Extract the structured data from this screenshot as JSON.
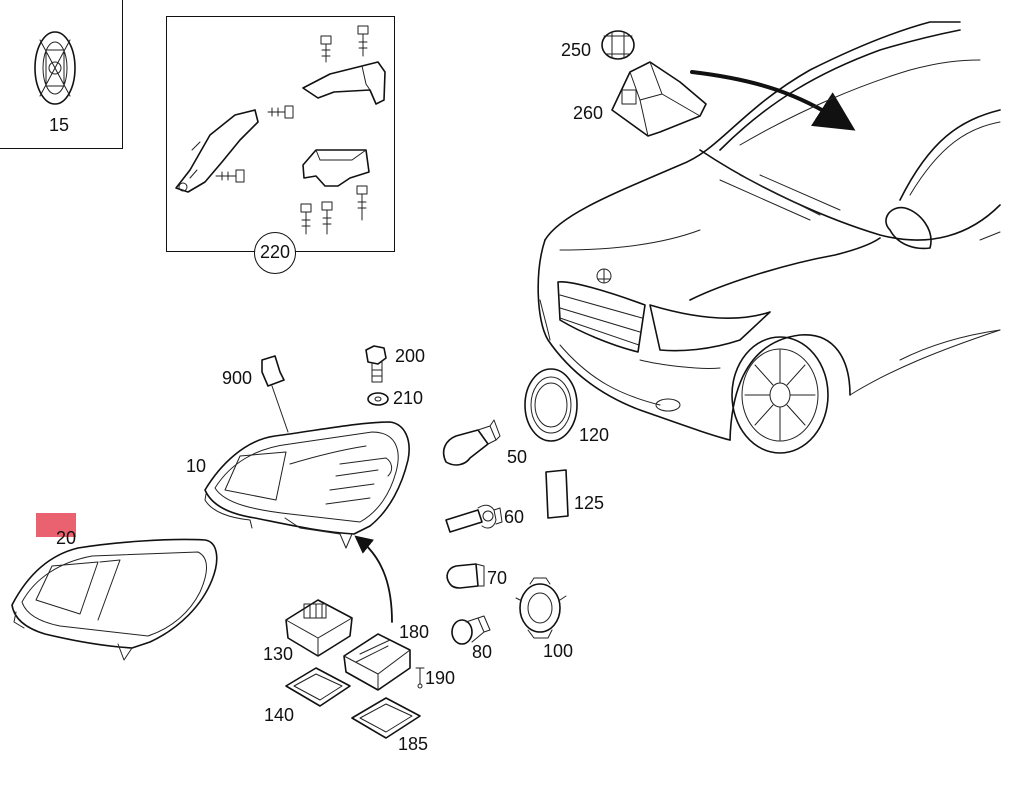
{
  "colors": {
    "highlight": "#e8515f",
    "line": "#111111"
  },
  "callouts": {
    "c15": "15",
    "c220": "220",
    "c250": "250",
    "c260": "260",
    "c900": "900",
    "c200": "200",
    "c210": "210",
    "c10": "10",
    "c20": "20",
    "c50": "50",
    "c120": "120",
    "c125": "125",
    "c60": "60",
    "c70": "70",
    "c100": "100",
    "c80": "80",
    "c180": "180",
    "c130": "130",
    "c190": "190",
    "c140": "140",
    "c185": "185"
  }
}
